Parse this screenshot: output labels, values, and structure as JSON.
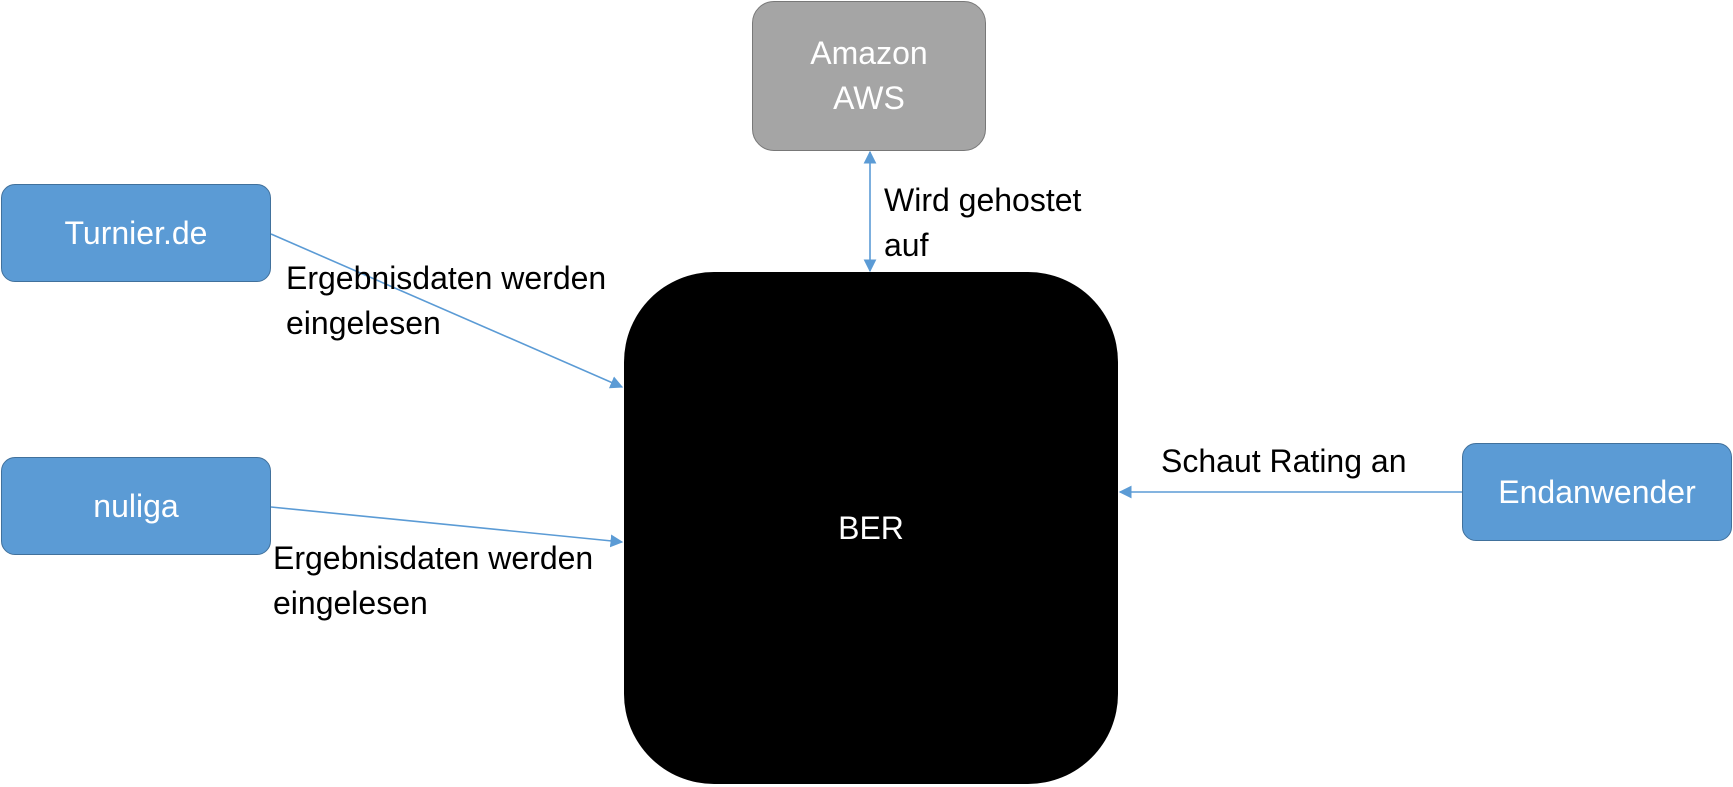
{
  "nodes": {
    "amazon_aws": "Amazon\nAWS",
    "turnier": "Turnier.de",
    "nuliga": "nuliga",
    "ber": "BER",
    "endanwender": "Endanwender"
  },
  "edges": {
    "aws_ber": "Wird gehostet\nauf",
    "turnier_ber": "Ergebnisdaten werden\neingelesen",
    "nuliga_ber": "Ergebnisdaten werden\neingelesen",
    "endanwender_ber": "Schaut Rating an"
  },
  "colors": {
    "node_blue": "#5b9bd5",
    "node_blue_border": "#41719c",
    "node_gray": "#a5a5a5",
    "core": "#000000",
    "connector": "#5b9bd5"
  }
}
